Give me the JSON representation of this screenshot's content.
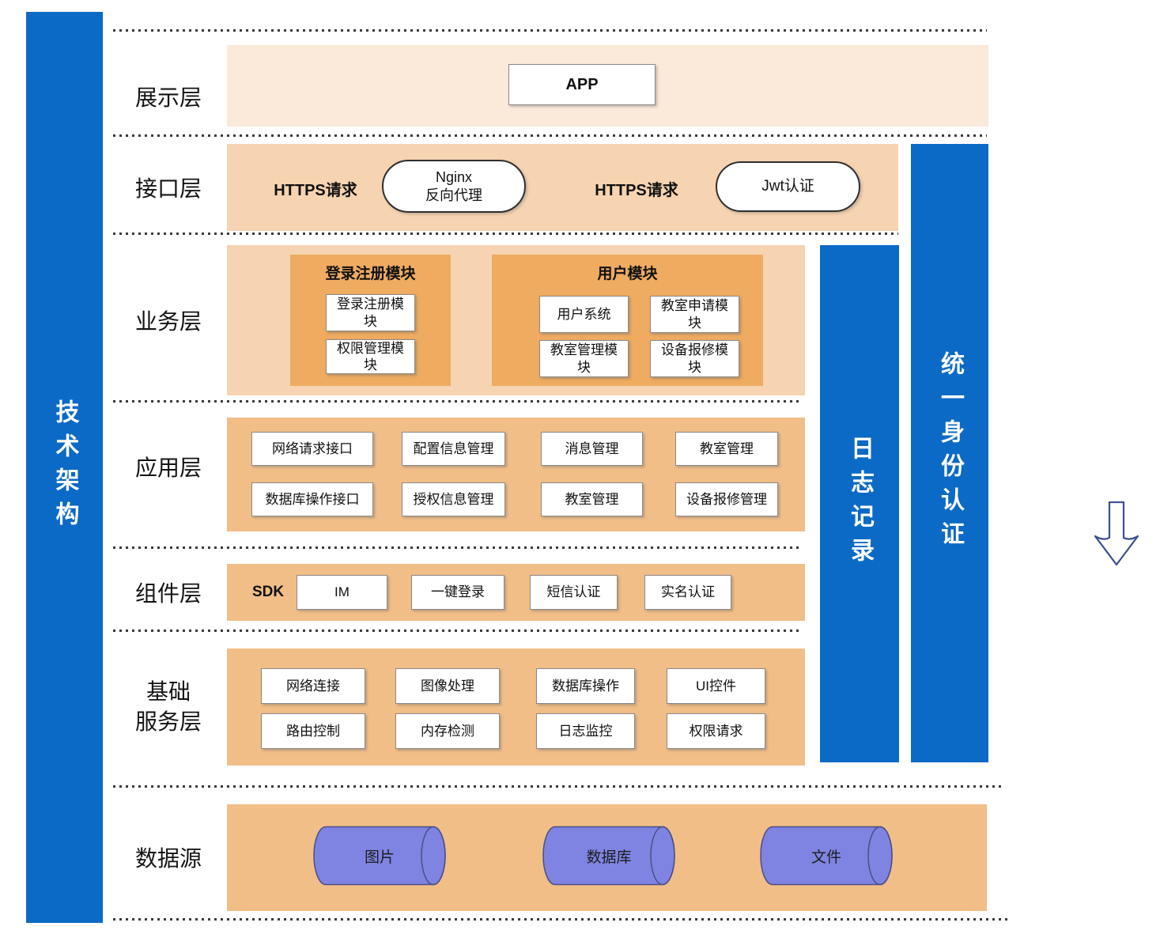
{
  "left_bar": {
    "label": "技术架构"
  },
  "right_bars": {
    "log_label": "日志记录",
    "auth_label": "统一身份认证"
  },
  "layers": {
    "presentation": {
      "label": "展示层",
      "app": "APP"
    },
    "interface": {
      "label": "接口层",
      "https_request_left": "HTTPS请求",
      "nginx_pill": {
        "line1": "Nginx",
        "line2": "反向代理"
      },
      "https_request_right": "HTTPS请求",
      "jwt_pill": "Jwt认证"
    },
    "business": {
      "label": "业务层",
      "groups": [
        {
          "title": "登录注册模块",
          "boxes": [
            "登录注册模块",
            "权限管理模块"
          ]
        },
        {
          "title": "用户模块",
          "boxes": [
            "用户系统",
            "教室申请模块",
            "教室管理模块",
            "设备报修模块"
          ]
        }
      ]
    },
    "application": {
      "label": "应用层",
      "boxes": [
        "网络请求接口",
        "配置信息管理",
        "消息管理",
        "教室管理",
        "数据库操作接口",
        "授权信息管理",
        "教室管理",
        "设备报修管理"
      ]
    },
    "component": {
      "label": "组件层",
      "sdk": "SDK",
      "boxes": [
        "IM",
        "一键登录",
        "短信认证",
        "实名认证"
      ]
    },
    "base_service": {
      "label_line1": "基础",
      "label_line2": "服务层",
      "boxes": [
        "网络连接",
        "图像处理",
        "数据库操作",
        "UI控件",
        "路由控制",
        "内存检测",
        "日志监控",
        "权限请求"
      ]
    },
    "datasource": {
      "label": "数据源",
      "cylinders": [
        "图片",
        "数据库",
        "文件"
      ]
    }
  },
  "colors": {
    "bar_blue": "#0B6AC5",
    "band_pale": "#FBE9DA",
    "band_light": "#F6D3B1",
    "band_medium": "#F2BE88",
    "group_dark": "#EFAB60",
    "cylinder_purple": "#7F84E2",
    "arrow_outline": "#3E4E92"
  }
}
